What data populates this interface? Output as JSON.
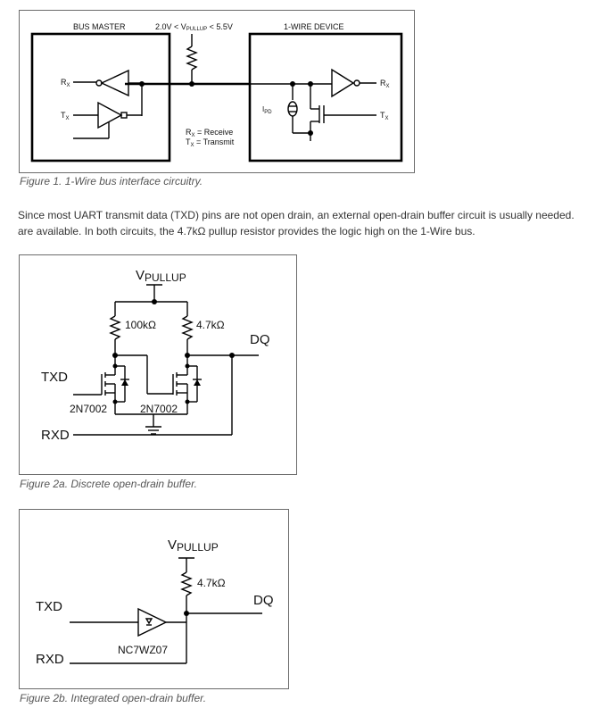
{
  "figure1": {
    "bus_master_label": "BUS MASTER",
    "voltage_label": {
      "prefix": "2.0V < V",
      "sub": "PULLUP",
      "suffix": " < 5.5V"
    },
    "device_label": "1-WIRE DEVICE",
    "rx_main": "R",
    "rx_sub": "X",
    "tx_main": "T",
    "tx_sub": "X",
    "ipd_main": "I",
    "ipd_sub": "PD",
    "legend_receive": " = Receive",
    "legend_transmit": " = Transmit",
    "caption": "Figure 1. 1-Wire bus interface circuitry."
  },
  "paragraph": {
    "line1": "Since most UART transmit data (TXD) pins are not open drain, an external open-drain buffer circuit is usually needed.",
    "line2": "are available. In both circuits, the 4.7kΩ pullup resistor provides the logic high on the 1-Wire bus."
  },
  "figure2a": {
    "vpullup_main": "V",
    "vpullup_sub": "PULLUP",
    "r1_label": "100kΩ",
    "r2_label": "4.7kΩ",
    "dq_label": "DQ",
    "txd_label": "TXD",
    "rxd_label": "RXD",
    "q1_label": "2N7002",
    "q2_label": "2N7002",
    "caption": "Figure 2a. Discrete open-drain buffer."
  },
  "figure2b": {
    "vpullup_main": "V",
    "vpullup_sub": "PULLUP",
    "r_label": "4.7kΩ",
    "dq_label": "DQ",
    "txd_label": "TXD",
    "rxd_label": "RXD",
    "ic_label": "NC7WZ07",
    "caption": "Figure 2b. Integrated open-drain buffer."
  }
}
